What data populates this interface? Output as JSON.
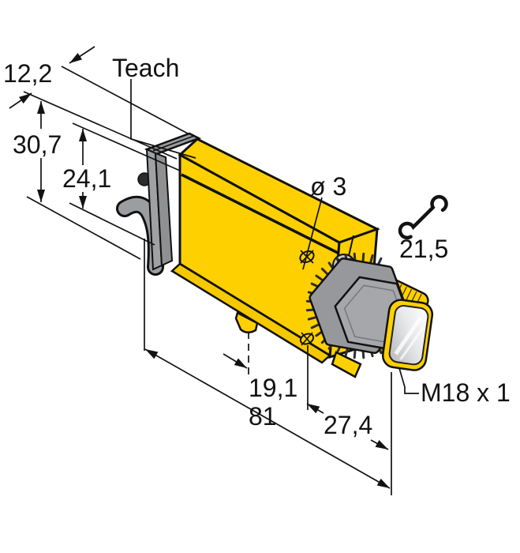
{
  "drawing": {
    "type": "sensor-dimension-drawing",
    "description": "Photoelectric sensor with M18 threaded lens barrel, isometric dimensional drawing",
    "colors": {
      "body": "#ffd000",
      "metal": "#97989c",
      "outline": "#111111",
      "background": "#ffffff",
      "lens_light": "#f2f3f4"
    },
    "labels": {
      "teach": "Teach",
      "hole": "ø 3",
      "thread": "M18 x 1"
    },
    "dimensions": {
      "top_width": "12,2",
      "overall_height": "30,7",
      "body_height": "24,1",
      "wrench_size": "21,5",
      "tab_offset": "19,1",
      "overall_length": "81",
      "front_length": "27,4"
    },
    "icons": [
      {
        "name": "wrench-icon",
        "meaning": "spanner size for mounting nut"
      }
    ]
  }
}
